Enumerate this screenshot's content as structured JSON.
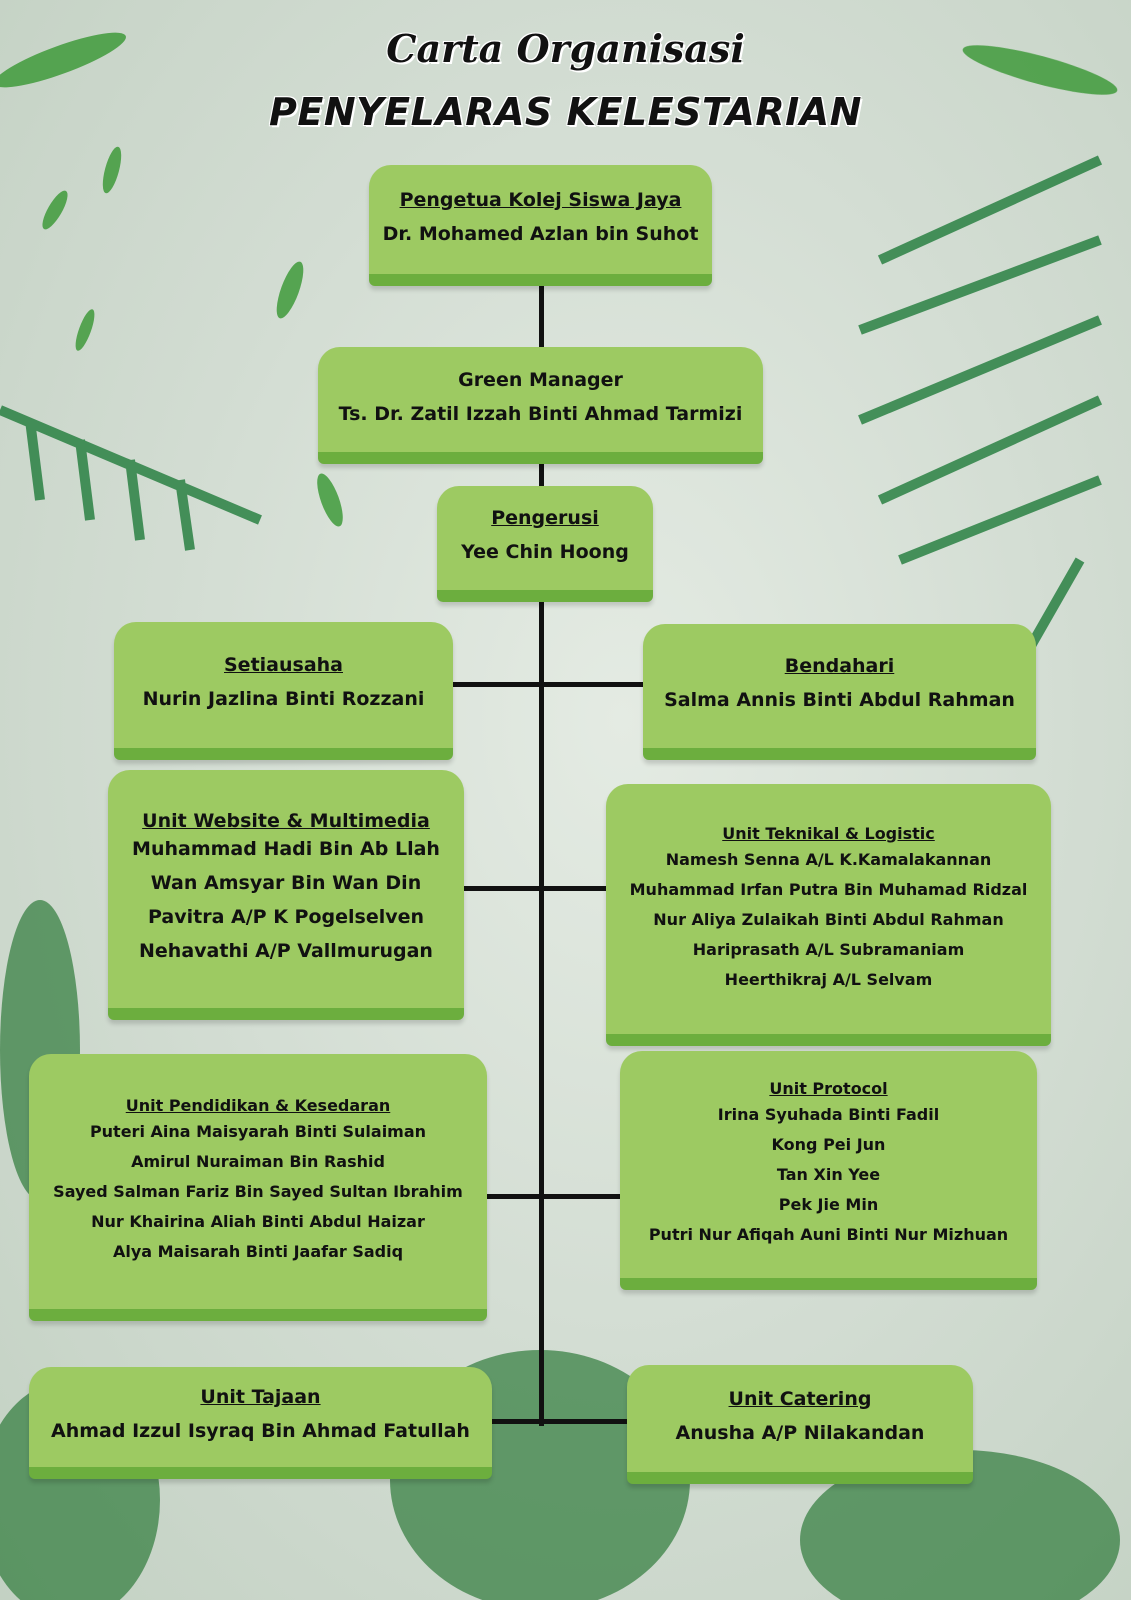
{
  "title": {
    "line1": "Carta Organisasi",
    "line2": "PENYELARAS KELESTARIAN"
  },
  "nodes": {
    "pengetua": {
      "title": "Pengetua Kolej Siswa Jaya",
      "members": [
        "Dr. Mohamed Azlan bin Suhot"
      ]
    },
    "green_manager": {
      "title": "Green Manager",
      "members": [
        "Ts. Dr. Zatil Izzah Binti Ahmad Tarmizi"
      ]
    },
    "pengerusi": {
      "title": "Pengerusi",
      "members": [
        "Yee Chin Hoong"
      ]
    },
    "setiausaha": {
      "title": "Setiausaha",
      "members": [
        "Nurin Jazlina Binti Rozzani"
      ]
    },
    "bendahari": {
      "title": "Bendahari",
      "members": [
        "Salma Annis Binti Abdul Rahman"
      ]
    },
    "website": {
      "title": "Unit Website & Multimedia",
      "members": [
        "Muhammad Hadi Bin Ab Llah",
        "Wan Amsyar Bin Wan Din",
        "Pavitra A/P K Pogelselven",
        "Nehavathi A/P Vallmurugan"
      ]
    },
    "teknikal": {
      "title": "Unit Teknikal & Logistic",
      "members": [
        "Namesh Senna A/L K.Kamalakannan",
        "Muhammad Irfan Putra Bin Muhamad Ridzal",
        "Nur Aliya Zulaikah Binti Abdul Rahman",
        "Hariprasath A/L Subramaniam",
        "Heerthikraj A/L Selvam"
      ]
    },
    "pendidikan": {
      "title": "Unit Pendidikan & Kesedaran",
      "members": [
        "Puteri Aina Maisyarah Binti Sulaiman",
        "Amirul Nuraiman Bin Rashid",
        "Sayed Salman Fariz Bin Sayed Sultan Ibrahim",
        "Nur Khairina Aliah Binti Abdul Haizar",
        "Alya Maisarah Binti Jaafar Sadiq"
      ]
    },
    "protocol": {
      "title": "Unit Protocol",
      "members": [
        "Irina Syuhada Binti Fadil",
        "Kong Pei Jun",
        "Tan Xin Yee",
        "Pek Jie Min",
        "Putri Nur Afiqah Auni Binti Nur Mizhuan"
      ]
    },
    "tajaan": {
      "title": "Unit Tajaan",
      "members": [
        "Ahmad Izzul Isyraq Bin Ahmad Fatullah"
      ]
    },
    "catering": {
      "title": "Unit Catering",
      "members": [
        "Anusha A/P Nilakandan"
      ]
    }
  },
  "colors": {
    "box": "#9dca62",
    "box_edge": "#6cae3e",
    "connector": "#111111"
  }
}
